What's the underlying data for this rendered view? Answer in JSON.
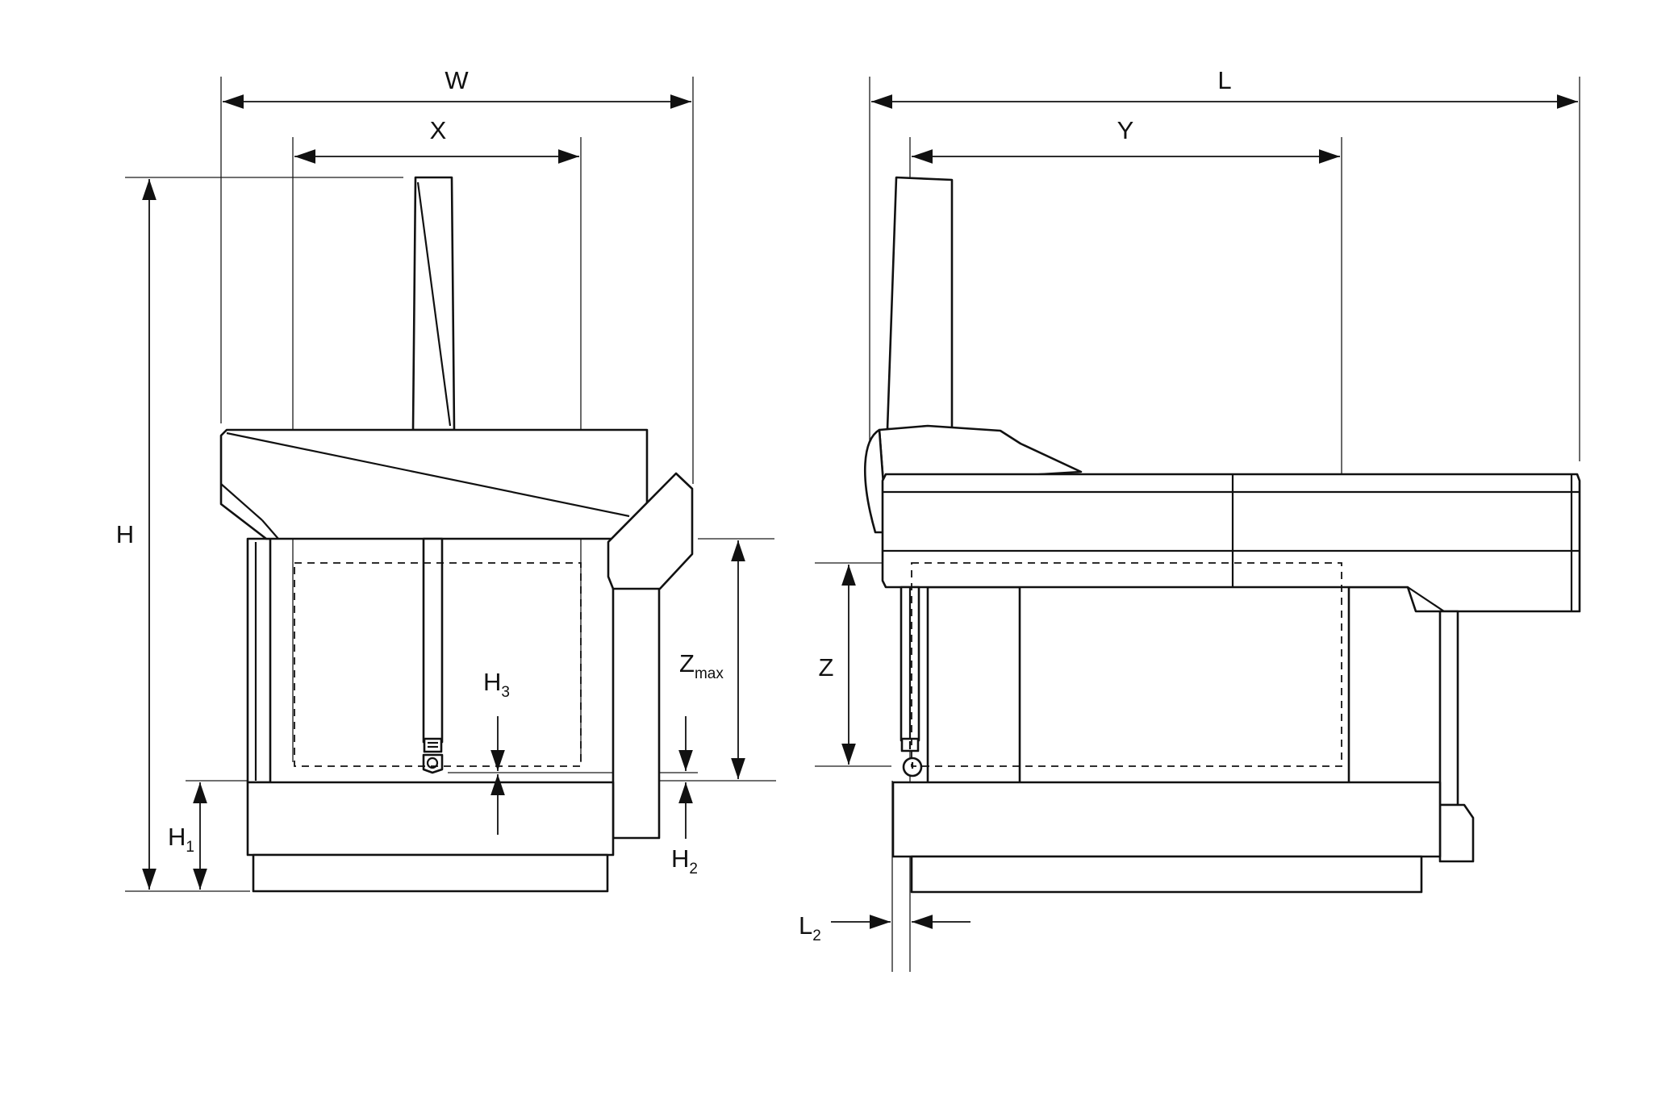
{
  "labels": {
    "W": "W",
    "X": "X",
    "H": "H",
    "Zmax_main": "Z",
    "Zmax_sub": "max",
    "H3_main": "H",
    "H3_sub": "3",
    "H1_main": "H",
    "H1_sub": "1",
    "H2_main": "H",
    "H2_sub": "2",
    "L": "L",
    "Y": "Y",
    "Z": "Z",
    "L2_main": "L",
    "L2_sub": "2"
  }
}
